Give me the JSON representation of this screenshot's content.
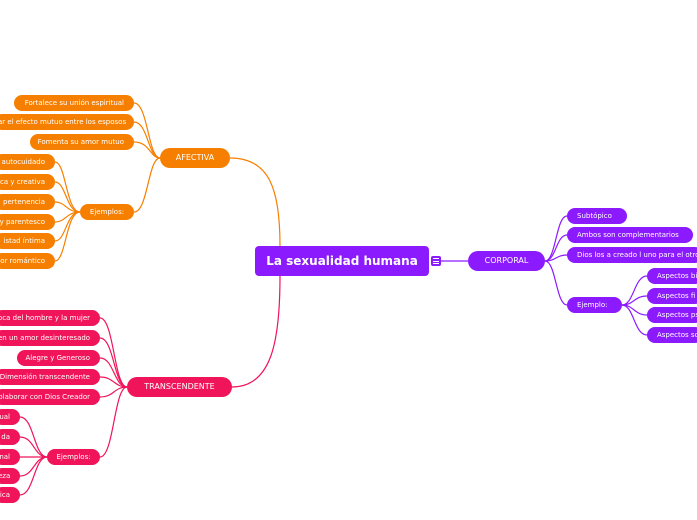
{
  "root": {
    "title": "La sexualidad humana"
  },
  "colors": {
    "afectiva": "#f77f00",
    "trascendente": "#f0145a",
    "corporal": "#8c1aff"
  },
  "branches": {
    "afectiva": {
      "label": "AFECTIVA",
      "items": [
        "Fortalece su unión espiritual",
        "ar el efecto mutuo entre los esposos",
        "Fomenta su amor mutuo"
      ],
      "ejemplos_label": "Ejemplos:",
      "ejemplos": [
        "autocuidado",
        "ca y creativa",
        "pertenencia",
        "y parentesco",
        "istad íntima",
        "or romántico"
      ]
    },
    "trascendente": {
      "label": "TRANSCENDENTE",
      "items": [
        "oca del hombre y la mujer",
        "en un amor desinteresado",
        "Alegre y Generoso",
        "Dimensión transcendente",
        "olaborar con Dios Creador"
      ],
      "ejemplos_label": "Ejemplos:",
      "ejemplos": [
        "ual",
        "da",
        "nal",
        "eza",
        "ica"
      ]
    },
    "corporal": {
      "label": "CORPORAL",
      "items": [
        "Subtópico",
        "Ambos son complementarios",
        "Dios los a creado l uno para el otro"
      ],
      "ejemplo_label": "Ejemplo:",
      "ejemplos": [
        "Aspectos bi",
        "Aspectos fi",
        "Aspectos ps",
        "Aspectos so"
      ]
    }
  }
}
